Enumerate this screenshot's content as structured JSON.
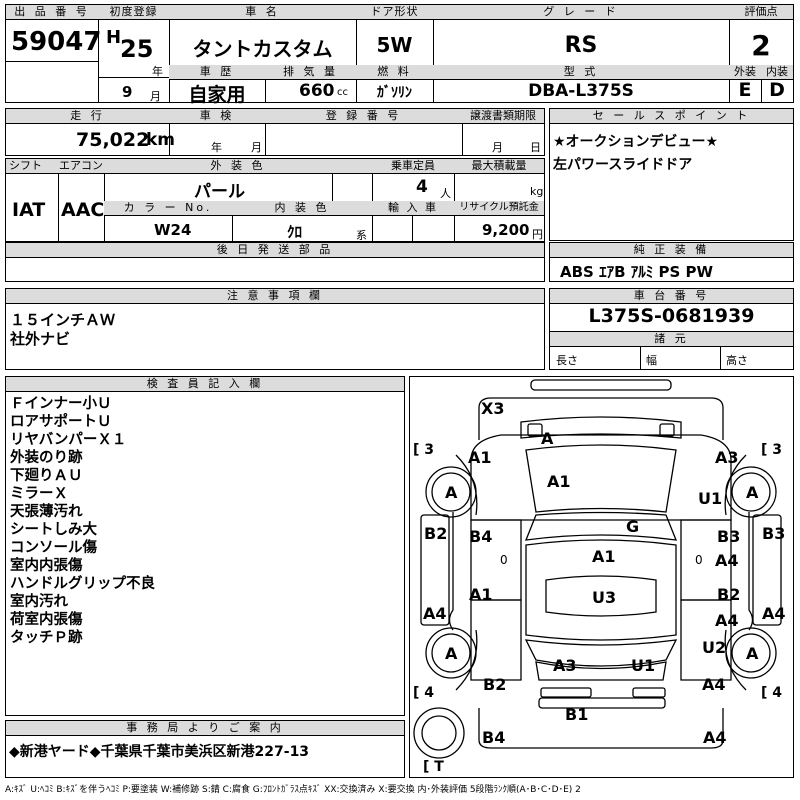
{
  "header": {
    "lot_label": "出 品 番 号",
    "lot_no": "59047",
    "reg_label": "初度登録",
    "era": "H",
    "year": "25",
    "year_unit": "年",
    "month": "9",
    "month_unit": "月",
    "name_label": "車 名",
    "car_name": "タントカスタム",
    "door_label": "ドア形状",
    "door": "5W",
    "grade_label": "グ レ ー ド",
    "grade": "RS",
    "score_label": "評価点",
    "score": "2",
    "history_label": "車 歴",
    "history": "自家用",
    "disp_label": "排 気 量",
    "disp": "660",
    "disp_unit": "cc",
    "fuel_label": "燃 料",
    "fuel": "ｶﾞｿﾘﾝ",
    "model_label": "型 式",
    "model": "DBA-L375S",
    "ext_label": "外装",
    "ext": "E",
    "int_label": "内装",
    "int": "D"
  },
  "row2": {
    "mileage_label": "走 行",
    "mileage": "75,022",
    "mileage_unit": "km",
    "inspection_label": "車 検",
    "insp_year_unit": "年",
    "insp_month_unit": "月",
    "plate_label": "登 録 番 号",
    "doc_label": "譲渡書類期限",
    "doc_month_unit": "月",
    "doc_day_unit": "日",
    "selling_label": "セ ー ル ス ポ イ ン ト",
    "selling": [
      "★オークションデビュー★",
      "左パワースライドドア"
    ]
  },
  "row3": {
    "shift_label": "シフト",
    "shift": "IAT",
    "ac_label": "エアコン",
    "ac": "AAC",
    "ext_color_label": "外 装 色",
    "ext_color": "パール",
    "capacity_label": "乗車定員",
    "capacity": "4",
    "capacity_unit": "人",
    "load_label": "最大積載量",
    "load_unit": "kg",
    "color_no_label": "カ ラ ー No.",
    "color_no": "W24",
    "int_color_label": "内 装 色",
    "int_color": "ｸﾛ",
    "int_color_unit": "系",
    "import_label": "輸 入 車",
    "recycle_label": "リサイクル預託金",
    "recycle": "9,200",
    "recycle_unit": "円",
    "later_label": "後 日 発 送 部 品",
    "equip_label": "純 正 装 備",
    "equip": "ABS ｴｱB ｱﾙﾐ PS PW"
  },
  "caution": {
    "label": "注 意 事 項 欄",
    "lines": [
      "１５インチＡＷ",
      "社外ナビ"
    ],
    "chassis_label": "車 台 番 号",
    "chassis": "L375S-0681939",
    "dims_label": "諸 元",
    "length_label": "長さ",
    "width_label": "幅",
    "height_label": "高さ"
  },
  "inspector": {
    "label": "検 査 員 記 入 欄",
    "notes": [
      "Ｆインナー小Ｕ",
      "ロアサポートＵ",
      "リヤバンパーＸ１",
      "外装のり跡",
      "下廻りＡＵ",
      "ミラーＸ",
      "天張薄汚れ",
      "シートしみ大",
      "コンソール傷",
      "室内内張傷",
      "ハンドルグリップ不良",
      "室内汚れ",
      "荷室内張傷",
      "タッチＰ跡"
    ]
  },
  "office": {
    "label": "事 務 局 よ り ご 案 内",
    "text": "◆新港ヤード◆千葉県千葉市美浜区新港227-13"
  },
  "diagram": {
    "marks": {
      "x3": "X3",
      "front_glass": "A",
      "a1_fl": "A1",
      "a3_fr": "A3",
      "tire_fl": "A",
      "tire_fr": "A",
      "hood": "A1",
      "u1_r": "U1",
      "g_glass": "G",
      "b2_l": "B2",
      "b3_r": "B3",
      "b4_ld": "B4",
      "b3_rd": "B3",
      "zero_l": "0",
      "zero_r": "0",
      "a4_r1": "A4",
      "roof": "A1",
      "a1_lr": "A1",
      "b2_rr": "B2",
      "roof_u3": "U3",
      "a4_r2": "A4",
      "a4_l": "A4",
      "a4_r3": "A4",
      "tire_rl": "A",
      "tire_rr": "A",
      "u2_r": "U2",
      "a3_rear": "A3",
      "u1_rear": "U1",
      "b2_rear": "B2",
      "a4_rear": "A4",
      "b1_bumper": "B1",
      "b4_bl": "B4",
      "a4_br": "A4"
    },
    "tire_fl_depth": "[ 3",
    "tire_fr_depth": "[ 3",
    "tire_rl_depth": "[ 4",
    "tire_rr_depth": "[ 4",
    "spare_depth": "[ T"
  },
  "legend": "A:ｷｽﾞ U:ﾍｺﾐ B:ｷｽﾞを伴うﾍｺﾐ P:要塗装 W:補修跡 S:錆 C:腐食 G:ﾌﾛﾝﾄｶﾞﾗｽ点ｷｽﾞ XX:交換済み X:要交換 内･外装評価 5段階ﾗﾝｸ順(A･B･C･D･E) 2"
}
